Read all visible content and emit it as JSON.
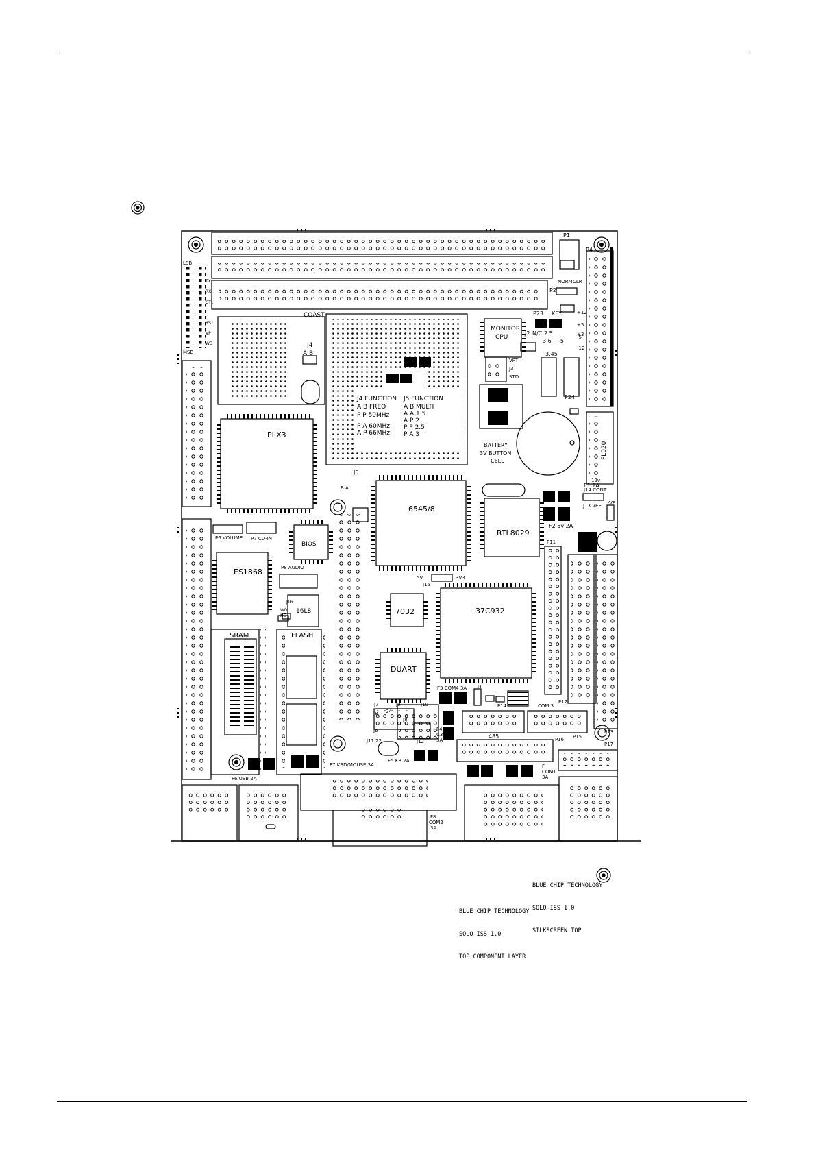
{
  "labels": {
    "coast": "COAST",
    "piix3": "PIIX3",
    "j4": "J4",
    "ab": "A   B",
    "j4_title": "J4 FUNCTION",
    "j4_hdr": "A   B   FREQ",
    "j4_r1": "P   P   50MHz",
    "j4_r2": "P   A   60MHz",
    "j4_r3": "A   P   66MHz",
    "j5_title": "J5 FUNCTION",
    "j5_hdr": "A   B   MULTI",
    "j5_r1": "A   A   1.5",
    "j5_r2": "A   P   2",
    "j5_r3": "P   P   2.5",
    "j5_r4": "P   A   3",
    "monitor": "MONITOR",
    "cpu": "CPU",
    "j2": "J2",
    "nc": "N/C",
    "v25": "2.5",
    "v36": "3.6",
    "v345": "3.45",
    "v5": "-5",
    "p23": "P23",
    "key": "KEY",
    "norm": "NORM",
    "clr": "CLR",
    "p1": "P1",
    "p2": "P2",
    "p4": "P4",
    "vpt": "VPT",
    "j3": "J3",
    "std": "STD",
    "p24": "P24",
    "battery": "BATTERY",
    "cell1": "3V BUTTON",
    "cell2": "CELL",
    "fl020": "FL020",
    "c6545": "6545/8",
    "rtl": "RTL8029",
    "bios": "BIOS",
    "es1868": "ES1868",
    "p6vol": "P6 VOLUME",
    "p7cd": "P7 CD-IN",
    "p8aud": "P8 AUDIO",
    "i8": "16L8",
    "c7032": "7032",
    "c37": "37C932",
    "duart": "DUART",
    "sram": "SRAM",
    "flash": "FLASH",
    "j5lbl": "J5",
    "ba": "B   A",
    "v12": "12v",
    "f1": "F1  2A",
    "j14": "J14 CONT",
    "j13": "J13 VEE",
    "ve": "-VE",
    "f2": "F2  5v 2A",
    "p11": "P11",
    "j15_5v": "5V",
    "j15_3v3": "3V3",
    "j15": "J15",
    "f3": "F3 COM4 3A",
    "p14": "P14",
    "com3": "COM 3",
    "p12": "P12",
    "p15": "P15",
    "p13": "P13",
    "p17": "P17",
    "r485": "485",
    "p16": "P16",
    "f4": "F4",
    "c3": "C3",
    "a3": "3A",
    "f5": "F5 KB 2A",
    "f6": "F6 USB 2A",
    "f7": "F7 KBD/MOUSE 3A",
    "f8": "F8",
    "com2": "COM2",
    "f8a": "3A",
    "f_com1": "F",
    "com1": "COM1",
    "f_3a": "3A",
    "j6": "J6",
    "j7": "J7",
    "j8": "J8",
    "j9": "J9",
    "j10": "J10",
    "j11": "J11",
    "j12": "J12",
    "j1": "J1",
    "lsb": "LSB",
    "msb": "MSB",
    "tx": "TX",
    "rx": "RX",
    "ctl": "CTL",
    "rst": "RST",
    "vp": "VP",
    "wd": "WD",
    "j16": "J16",
    "wd_nc": "WD",
    "nc2": "NC",
    "plus": "+",
    "j8b": "J8",
    "j24": "24",
    "j22": "22"
  },
  "captions": {
    "silk_l1": "BLUE CHIP TECHNOLOGY",
    "silk_l2": "SOLO-ISS 1.0",
    "silk_l3": "SILKSCREEN TOP",
    "comp_l1": "BLUE CHIP TECHNOLOGY",
    "comp_l2": "SOLO ISS 1.0",
    "comp_l3": "TOP COMPONENT LAYER"
  },
  "right_pin_labels": [
    "+12",
    "+5",
    "-5",
    "+3",
    "-12"
  ]
}
